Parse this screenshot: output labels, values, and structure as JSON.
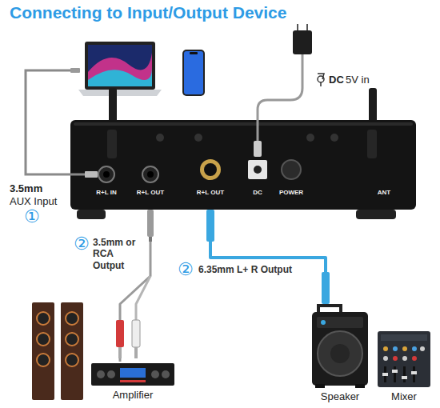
{
  "diagram": {
    "title": "Connecting to Input/Output Device",
    "nodes": [
      {
        "text": [
          "R+L IN",
          "R+L OUT",
          "R+L OUT",
          "DC",
          "POWER",
          "ANT"
        ]
      },
      {
        "text": [
          "Amplifier"
        ]
      },
      {
        "text": [
          "Speaker"
        ]
      },
      {
        "text": [
          "Mixer"
        ]
      }
    ],
    "edges": [
      {
        "from": 0,
        "to": 1,
        "arrow": "none"
      },
      {
        "from": 0,
        "to": 2,
        "arrow": "none"
      }
    ],
    "labels": [
      "DC",
      "5V in",
      "3.5mm",
      "AUX Input",
      "①",
      "②",
      "3.5mm or RCA Output",
      "②",
      "6.35mm L+ R Output"
    ]
  }
}
